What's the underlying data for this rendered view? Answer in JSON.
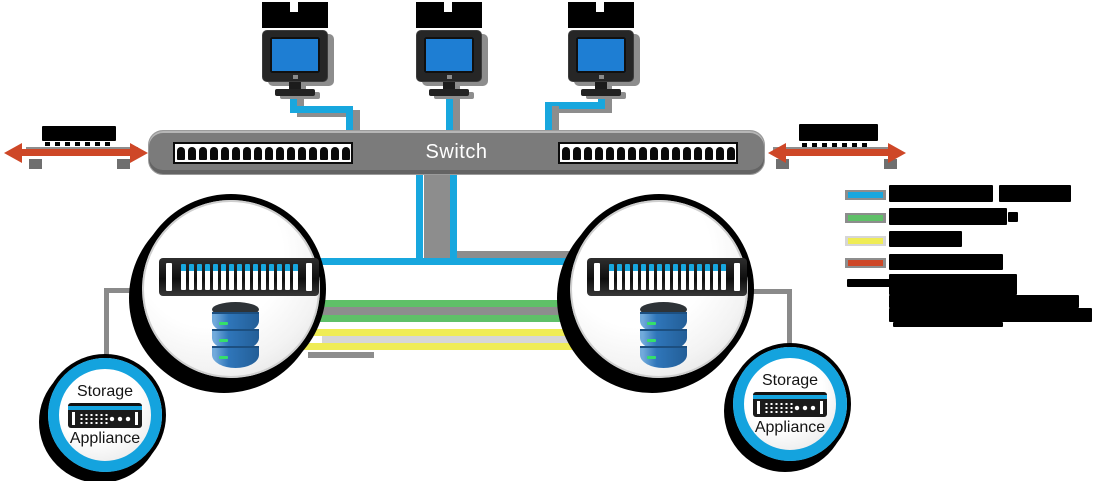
{
  "colors": {
    "blue": "#18A7DE",
    "screenBlue": "#1E7ED3",
    "green": "#5FC068",
    "yellow": "#EFEC55",
    "red": "#CE4727",
    "gray": "#8D8D8D",
    "lightGray": "#D6D6D6",
    "switchGray": "#7B7B7B",
    "ringBlue": "#14A3DE"
  },
  "switch": {
    "label": "Switch",
    "port_banks": 2,
    "ports_per_bank": 16
  },
  "clients": {
    "count": 3,
    "label_redacted": true
  },
  "nodes": {
    "count": 2,
    "server_slots": 15
  },
  "storage_left": {
    "line1": "Storage",
    "line2": "Appliance"
  },
  "storage_right": {
    "line1": "Storage",
    "line2": "Appliance"
  },
  "side_links": {
    "left_label_redacted": true,
    "right_label_redacted": true
  },
  "legend": {
    "items": [
      {
        "color": "#18A7DE",
        "label_redacted": true
      },
      {
        "color": "#5FC068",
        "label_redacted": true
      },
      {
        "color": "#EFEC55",
        "label_redacted": true
      },
      {
        "color": "#CE4727",
        "label_redacted": true
      }
    ],
    "note_redacted": true
  },
  "counts": {
    "ticks": 7
  }
}
